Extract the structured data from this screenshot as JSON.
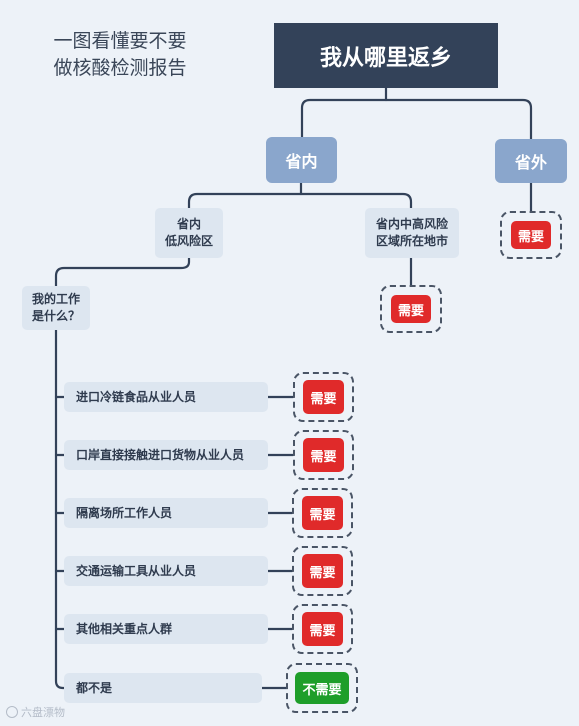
{
  "heading": {
    "line1": "一图看懂要不要",
    "line2": "做核酸检测报告"
  },
  "root": {
    "title": "我从哪里返乡"
  },
  "branches": {
    "inside": "省内",
    "outside": "省外"
  },
  "inside": {
    "low_risk_line1": "省内",
    "low_risk_line2": "低风险区",
    "mid_high_line1": "省内中高风险",
    "mid_high_line2": "区域所在地市",
    "mid_high_result": "需要"
  },
  "outside": {
    "result": "需要"
  },
  "question": {
    "line1": "我的工作",
    "line2": "是什么？"
  },
  "jobs": [
    {
      "label": "进口冷链食品从业人员",
      "result": "需要"
    },
    {
      "label": "口岸直接接触进口货物从业人员",
      "result": "需要"
    },
    {
      "label": "隔离场所工作人员",
      "result": "需要"
    },
    {
      "label": "交通运输工具从业人员",
      "result": "需要"
    },
    {
      "label": "其他相关重点人群",
      "result": "需要"
    },
    {
      "label": "都不是",
      "result": "不需要"
    }
  ],
  "watermark": {
    "text": "六盘漂物"
  },
  "colors": {
    "root": "#334259",
    "level1": "#8aa6cc",
    "soft_box": "#dde6f0",
    "required": "#e02a2a",
    "not_required": "#1e9e2a",
    "line": "#334259",
    "background": "#edf2f8"
  }
}
